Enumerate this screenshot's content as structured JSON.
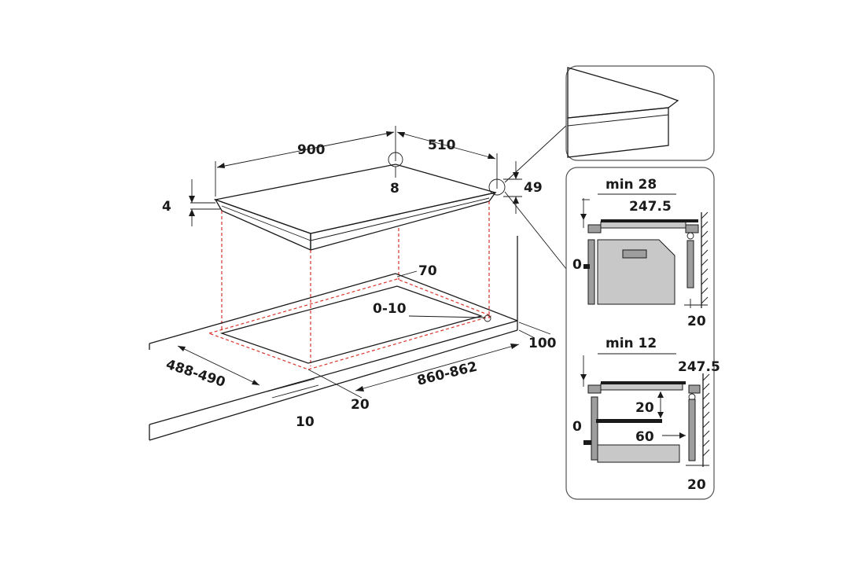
{
  "main": {
    "dim_width": "900",
    "dim_depth": "510",
    "dim_edge": "8",
    "dim_thickness": "4",
    "dim_height": "49",
    "cut_side": "70",
    "cut_tol": "0-10",
    "cut_front_gap": "100",
    "cut_depth": "488-490",
    "cut_width": "860-862",
    "cut_min_edge": "20",
    "cut_front": "10"
  },
  "panel_top": {
    "min_label": "min 28",
    "dim_value": "247.5",
    "zero": "0",
    "wall_gap": "20"
  },
  "panel_bottom": {
    "min_label": "min 12",
    "dim_value": "247.5",
    "zero": "0",
    "gap_vertical": "20",
    "gap_horizontal": "60",
    "wall_gap": "20"
  },
  "colors": {
    "line": "#1a1a1a",
    "cut_guide": "#d9342b",
    "fill_gray": "#9e9e9e"
  }
}
